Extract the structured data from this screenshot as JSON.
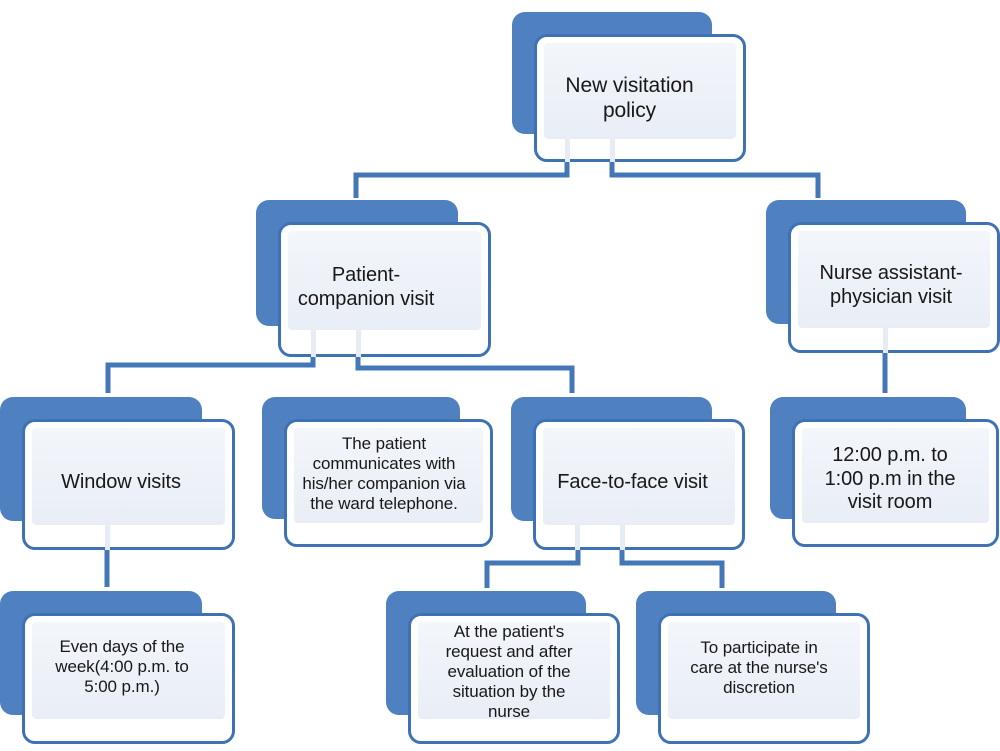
{
  "diagram": {
    "type": "organizational-flowchart",
    "title": "New visitation policy flowchart",
    "orientation": "top-down",
    "palette": {
      "card_fill": "#4F80BF",
      "card_border": "#3F72B5",
      "card_face": "#FFFFFF",
      "inner_panel": "#EFF3F8",
      "connector": "#4477B8",
      "text": "#181818",
      "background": "#FFFFFF"
    },
    "levels": [
      {
        "index": 0,
        "label": "root"
      },
      {
        "index": 1,
        "label": "visit type"
      },
      {
        "index": 2,
        "label": "visit mode"
      },
      {
        "index": 3,
        "label": "visit condition"
      }
    ],
    "nodes": [
      {
        "id": "root",
        "text": "New visitation\npolicy",
        "level": 0,
        "parent": null
      },
      {
        "id": "patient-companion-visit",
        "text": "Patient-\ncompanion visit",
        "level": 1,
        "parent": "root"
      },
      {
        "id": "nurse-assistant-physician-visit",
        "text": "Nurse assistant-\nphysician visit",
        "level": 1,
        "parent": "root"
      },
      {
        "id": "window-visits",
        "text": "Window visits",
        "level": 2,
        "parent": "patient-companion-visit"
      },
      {
        "id": "ward-telephone",
        "text": "The patient\ncommunicates with\nhis/her companion via\nthe ward telephone.",
        "level": 2,
        "parent": "patient-companion-visit"
      },
      {
        "id": "face-to-face-visit",
        "text": "Face-to-face visit",
        "level": 2,
        "parent": "patient-companion-visit"
      },
      {
        "id": "visit-room-hours",
        "text": "12:00 p.m. to\n1:00 p.m in the\nvisit room",
        "level": 2,
        "parent": "nurse-assistant-physician-visit"
      },
      {
        "id": "even-days-hours",
        "text": "Even days of the\nweek(4:00 p.m. to\n5:00 p.m.)",
        "level": 3,
        "parent": "window-visits"
      },
      {
        "id": "patient-request",
        "text": "At the patient's\nrequest and after\nevaluation of the\nsituation by the\nnurse",
        "level": 3,
        "parent": "face-to-face-visit"
      },
      {
        "id": "participate-in-care",
        "text": "To participate in\ncare at the nurse's\ndiscretion",
        "level": 3,
        "parent": "face-to-face-visit"
      }
    ],
    "edges": [
      {
        "from": "root",
        "to": "patient-companion-visit",
        "style": "elbow"
      },
      {
        "from": "root",
        "to": "nurse-assistant-physician-visit",
        "style": "elbow"
      },
      {
        "from": "patient-companion-visit",
        "to": "window-visits",
        "style": "elbow"
      },
      {
        "from": "patient-companion-visit",
        "to": "face-to-face-visit",
        "style": "elbow"
      },
      {
        "from": "nurse-assistant-physician-visit",
        "to": "visit-room-hours",
        "style": "straight"
      },
      {
        "from": "window-visits",
        "to": "even-days-hours",
        "style": "straight"
      },
      {
        "from": "face-to-face-visit",
        "to": "patient-request",
        "style": "elbow"
      },
      {
        "from": "face-to-face-visit",
        "to": "participate-in-care",
        "style": "elbow"
      }
    ]
  }
}
